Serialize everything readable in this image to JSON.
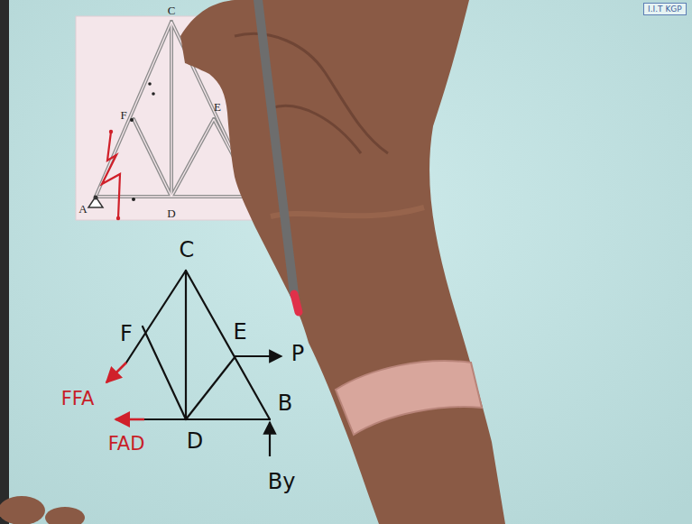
{
  "diagram": {
    "nodes": [
      {
        "text": [
          "I.I.T KGP"
        ]
      }
    ],
    "labels": [
      "C",
      "F",
      "E",
      "A",
      "D",
      "C",
      "F",
      "E",
      "P",
      "D",
      "B",
      "By",
      "FFA",
      "FAD"
    ]
  }
}
